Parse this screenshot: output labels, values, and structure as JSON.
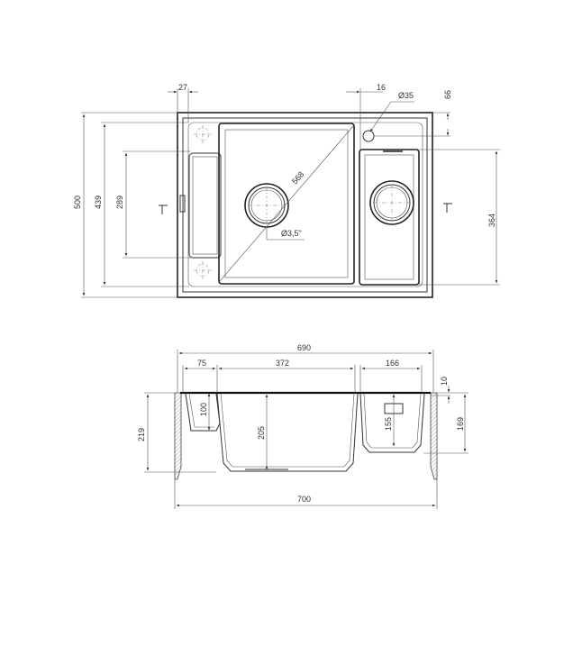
{
  "top_view": {
    "dimensions": {
      "left_margin": "27",
      "drainer_gap": "16",
      "tap_hole": "Ø35",
      "tap_hole_offset": "66",
      "overall_depth": "500",
      "inner_depth": "439",
      "drainer_depth": "289",
      "small_bowl_depth": "364",
      "diagonal": "568",
      "waste_size": "Ø3,5\""
    }
  },
  "section_view": {
    "dimensions": {
      "overall_width_top": "690",
      "drainer_width": "75",
      "main_bowl_width": "372",
      "small_bowl_width": "166",
      "rim_thickness": "10",
      "overall_height": "219",
      "drainer_height": "100",
      "main_bowl_height": "205",
      "small_bowl_height": "155",
      "small_bowl_total": "169",
      "cabinet_width": "700"
    }
  }
}
